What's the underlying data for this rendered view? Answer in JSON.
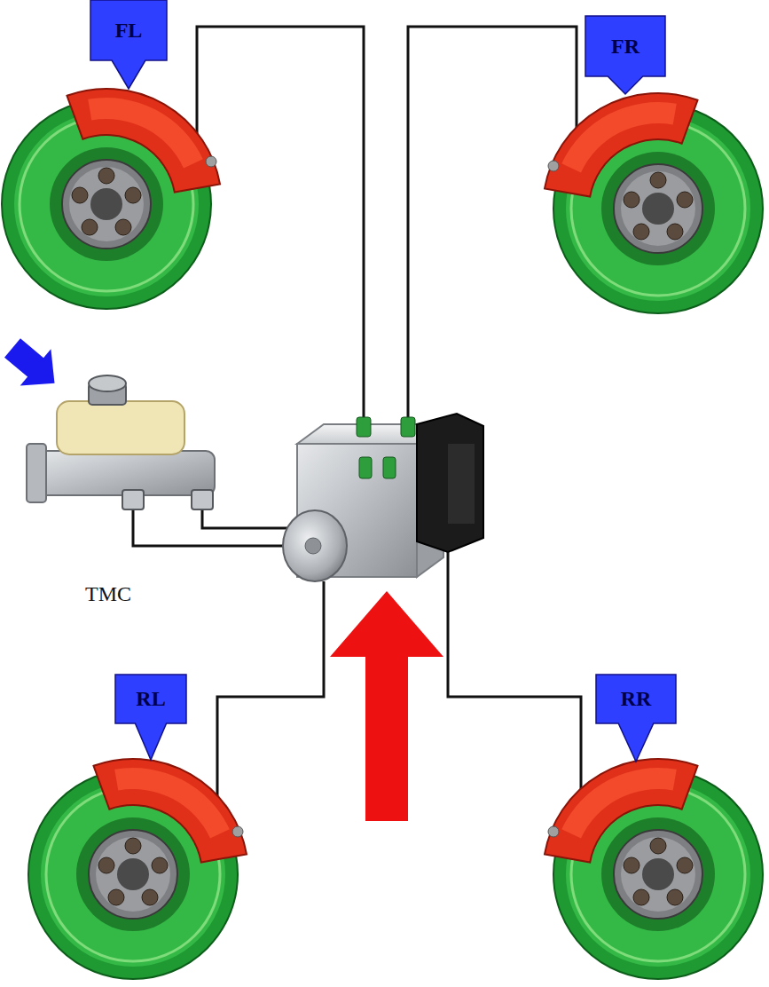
{
  "diagram": {
    "nodes": [
      {
        "text": [
          "FL"
        ]
      },
      {
        "text": [
          "FR"
        ]
      },
      {
        "text": [
          "RL"
        ]
      },
      {
        "text": [
          "RR"
        ]
      }
    ],
    "labels": [
      "TMC"
    ]
  }
}
